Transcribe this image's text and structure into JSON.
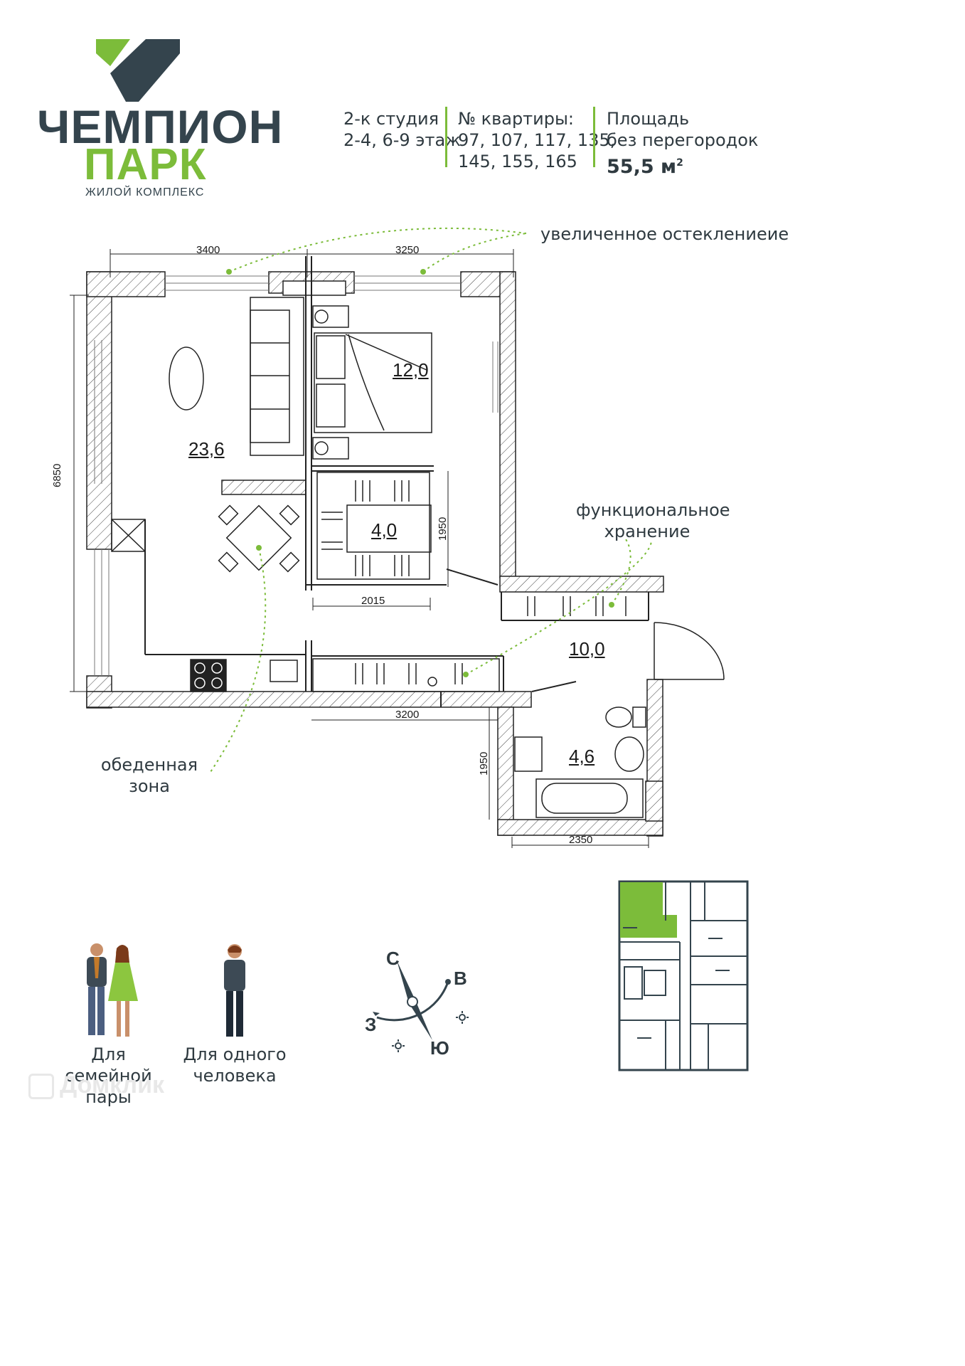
{
  "brand": {
    "line1": "ЧЕМПИОН",
    "line2": "ПАРК",
    "line3": "ЖИЛОЙ КОМПЛЕКС",
    "colors": {
      "dark": "#34444d",
      "green": "#7cbc3a"
    }
  },
  "info": {
    "type_line1": "2-к студия",
    "type_line2": "2-4, 6-9 этаж",
    "apt_title": "№ квартиры:",
    "apt_line1": "97, 107, 117, 135,",
    "apt_line2": "145, 155, 165",
    "area_line1": "Площадь",
    "area_line2": "без перегородок",
    "area_value": "55,5 м",
    "area_sup": "2"
  },
  "plan": {
    "rooms": {
      "living": "23,6",
      "bedroom": "12,0",
      "closet": "4,0",
      "hall": "10,0",
      "bath": "4,6"
    },
    "dims": {
      "top_left": "3400",
      "top_right": "3250",
      "left": "6850",
      "closet_h": "1950",
      "closet_w": "2015",
      "bottom": "3200",
      "bath_h": "1950",
      "bath_w": "2350"
    }
  },
  "annotations": {
    "glazing": "увеличенное остеклениеие",
    "storage_line1": "функциональное",
    "storage_line2": "хранение",
    "dining_line1": "обеденная",
    "dining_line2": "зона"
  },
  "captions": {
    "couple_line1": "Для семейной",
    "couple_line2": "пары",
    "single_line1": "Для одного",
    "single_line2": "человека"
  },
  "compass": {
    "north": "С",
    "east": "В",
    "west": "З",
    "south": "Ю"
  },
  "watermark": "Домклик"
}
